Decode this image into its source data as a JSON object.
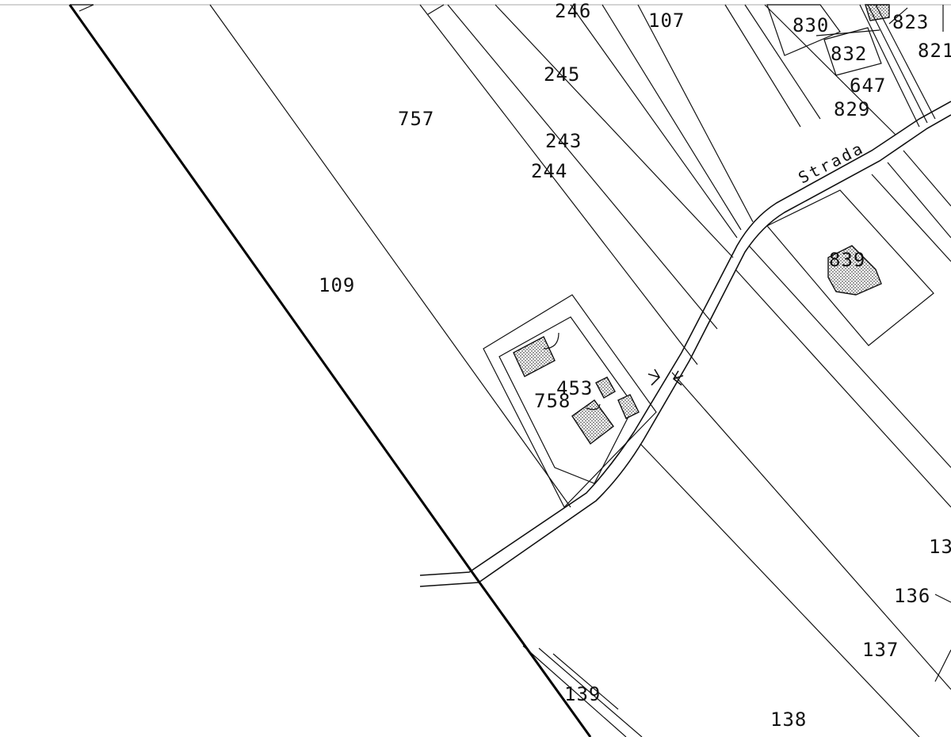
{
  "map": {
    "street_name": "Strada",
    "parcels": [
      {
        "id": "p246",
        "label": "246"
      },
      {
        "id": "p107",
        "label": "107"
      },
      {
        "id": "p830",
        "label": "830"
      },
      {
        "id": "p823",
        "label": "823"
      },
      {
        "id": "p832",
        "label": "832"
      },
      {
        "id": "p821",
        "label": "821"
      },
      {
        "id": "p647",
        "label": "647"
      },
      {
        "id": "p829",
        "label": "829"
      },
      {
        "id": "p245",
        "label": "245"
      },
      {
        "id": "p757",
        "label": "757"
      },
      {
        "id": "p243",
        "label": "243"
      },
      {
        "id": "p244",
        "label": "244"
      },
      {
        "id": "p109",
        "label": "109"
      },
      {
        "id": "p839",
        "label": "839"
      },
      {
        "id": "p453",
        "label": "453"
      },
      {
        "id": "p758",
        "label": "758"
      },
      {
        "id": "p13x",
        "label": "13"
      },
      {
        "id": "p136",
        "label": "136"
      },
      {
        "id": "p137",
        "label": "137"
      },
      {
        "id": "p139",
        "label": "139"
      },
      {
        "id": "p138",
        "label": "138"
      }
    ]
  },
  "colors": {
    "background": "#ffffff",
    "line": "#111111",
    "building_fill": "#cfcfcf"
  }
}
